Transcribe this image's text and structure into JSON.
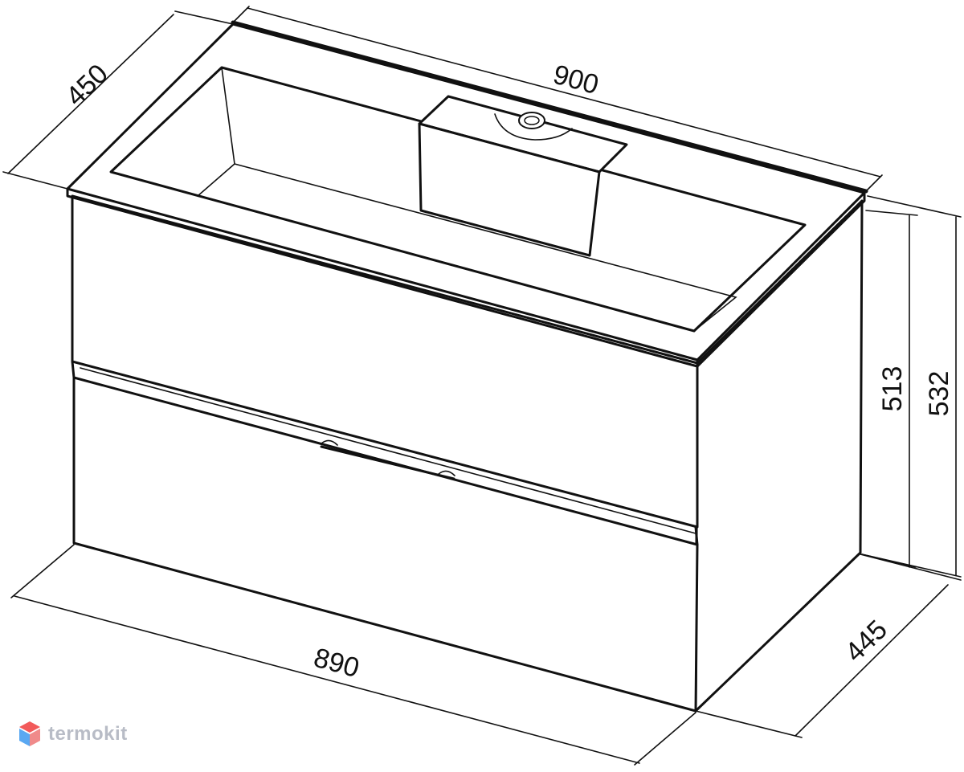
{
  "dimensions": {
    "top_width": "900",
    "top_depth": "450",
    "cabinet_height": "513",
    "total_height": "532",
    "bottom_depth": "445",
    "bottom_width": "890"
  },
  "watermark": {
    "text": "termokit"
  },
  "colors": {
    "line": "#111111",
    "background": "#ffffff",
    "watermark": "#b8bcc6",
    "logo_red": "#f25a5a",
    "logo_blue": "#5aa8f2"
  }
}
